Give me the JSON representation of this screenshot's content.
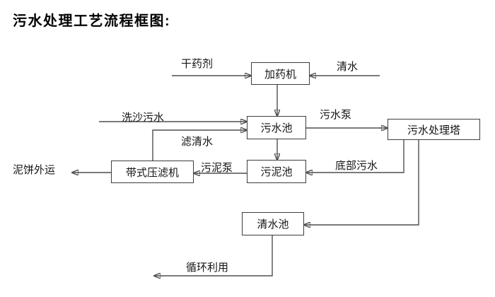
{
  "title": "污水处理工艺流程框图:",
  "colors": {
    "background": "#ffffff",
    "line": "#4f4f4f",
    "box_border": "#3d3d3d",
    "text": "#141414"
  },
  "diagram": {
    "nodes": [
      {
        "id": "dosing-machine",
        "label": "加药机"
      },
      {
        "id": "sewage-pool",
        "label": "污水池"
      },
      {
        "id": "treatment-tower",
        "label": "污水处理塔"
      },
      {
        "id": "sludge-pool",
        "label": "污泥池"
      },
      {
        "id": "belt-filter-press",
        "label": "带式压滤机"
      },
      {
        "id": "clean-water-pool",
        "label": "清水池"
      }
    ],
    "flow_labels": [
      {
        "id": "dry-agent",
        "label": "干药剂"
      },
      {
        "id": "clean-water",
        "label": "清水"
      },
      {
        "id": "sand-washing-sewage",
        "label": "洗沙污水"
      },
      {
        "id": "filtered-water",
        "label": "滤清水"
      },
      {
        "id": "sewage-pump",
        "label": "污水泵"
      },
      {
        "id": "bottom-sewage",
        "label": "底部污水"
      },
      {
        "id": "sludge-pump",
        "label": "污泥泵"
      },
      {
        "id": "mud-cake-outbound",
        "label": "泥饼外运"
      },
      {
        "id": "recycling",
        "label": "循环利用"
      }
    ],
    "edges": [
      {
        "from": "干药剂",
        "to": "加药机",
        "label": ""
      },
      {
        "from": "清水",
        "to": "加药机",
        "label": ""
      },
      {
        "from": "加药机",
        "to": "污水池",
        "label": ""
      },
      {
        "from": "洗沙污水",
        "to": "污水池",
        "label": ""
      },
      {
        "from": "带式压滤机",
        "to": "污水池",
        "label": "滤清水"
      },
      {
        "from": "污水池",
        "to": "污水处理塔",
        "label": "污水泵"
      },
      {
        "from": "污水池",
        "to": "污泥池",
        "label": ""
      },
      {
        "from": "污水处理塔",
        "to": "污泥池",
        "label": "底部污水"
      },
      {
        "from": "污泥池",
        "to": "带式压滤机",
        "label": "污泥泵"
      },
      {
        "from": "带式压滤机",
        "to": "泥饼外运",
        "label": ""
      },
      {
        "from": "污水处理塔",
        "to": "清水池",
        "label": ""
      },
      {
        "from": "清水池",
        "to": "循环利用",
        "label": ""
      }
    ]
  }
}
